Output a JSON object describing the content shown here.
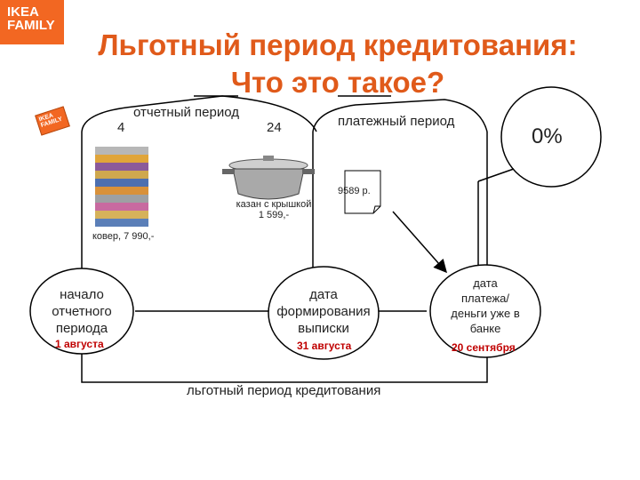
{
  "logo": {
    "line1": "IKEA",
    "line2": "FAMILY",
    "card": "IKEA FAMILY"
  },
  "title": {
    "line1": "Льготный период кредитования:",
    "line2": "Что это такое?"
  },
  "periods": {
    "reporting": "отчетный период",
    "payment": "платежный период"
  },
  "days": {
    "start": "4",
    "end": "24"
  },
  "zero_percent": "0%",
  "items": {
    "carpet": "ковер, 7 990,-",
    "pot_name": "казан с крышкой",
    "pot_price": "1 599,-",
    "statement": "9589 р."
  },
  "milestones": [
    {
      "line1": "начало",
      "line2": "отчетного",
      "line3": "периода",
      "date": "1 августа"
    },
    {
      "line1": "дата",
      "line2": "формирования",
      "line3": "выписки",
      "date": "31 августа"
    },
    {
      "line1": "дата",
      "line2": "платежа/",
      "line3": "деньги уже в",
      "line4": "банке",
      "date": "20 сентября"
    }
  ],
  "grace_period": "льготный период кредитования"
}
